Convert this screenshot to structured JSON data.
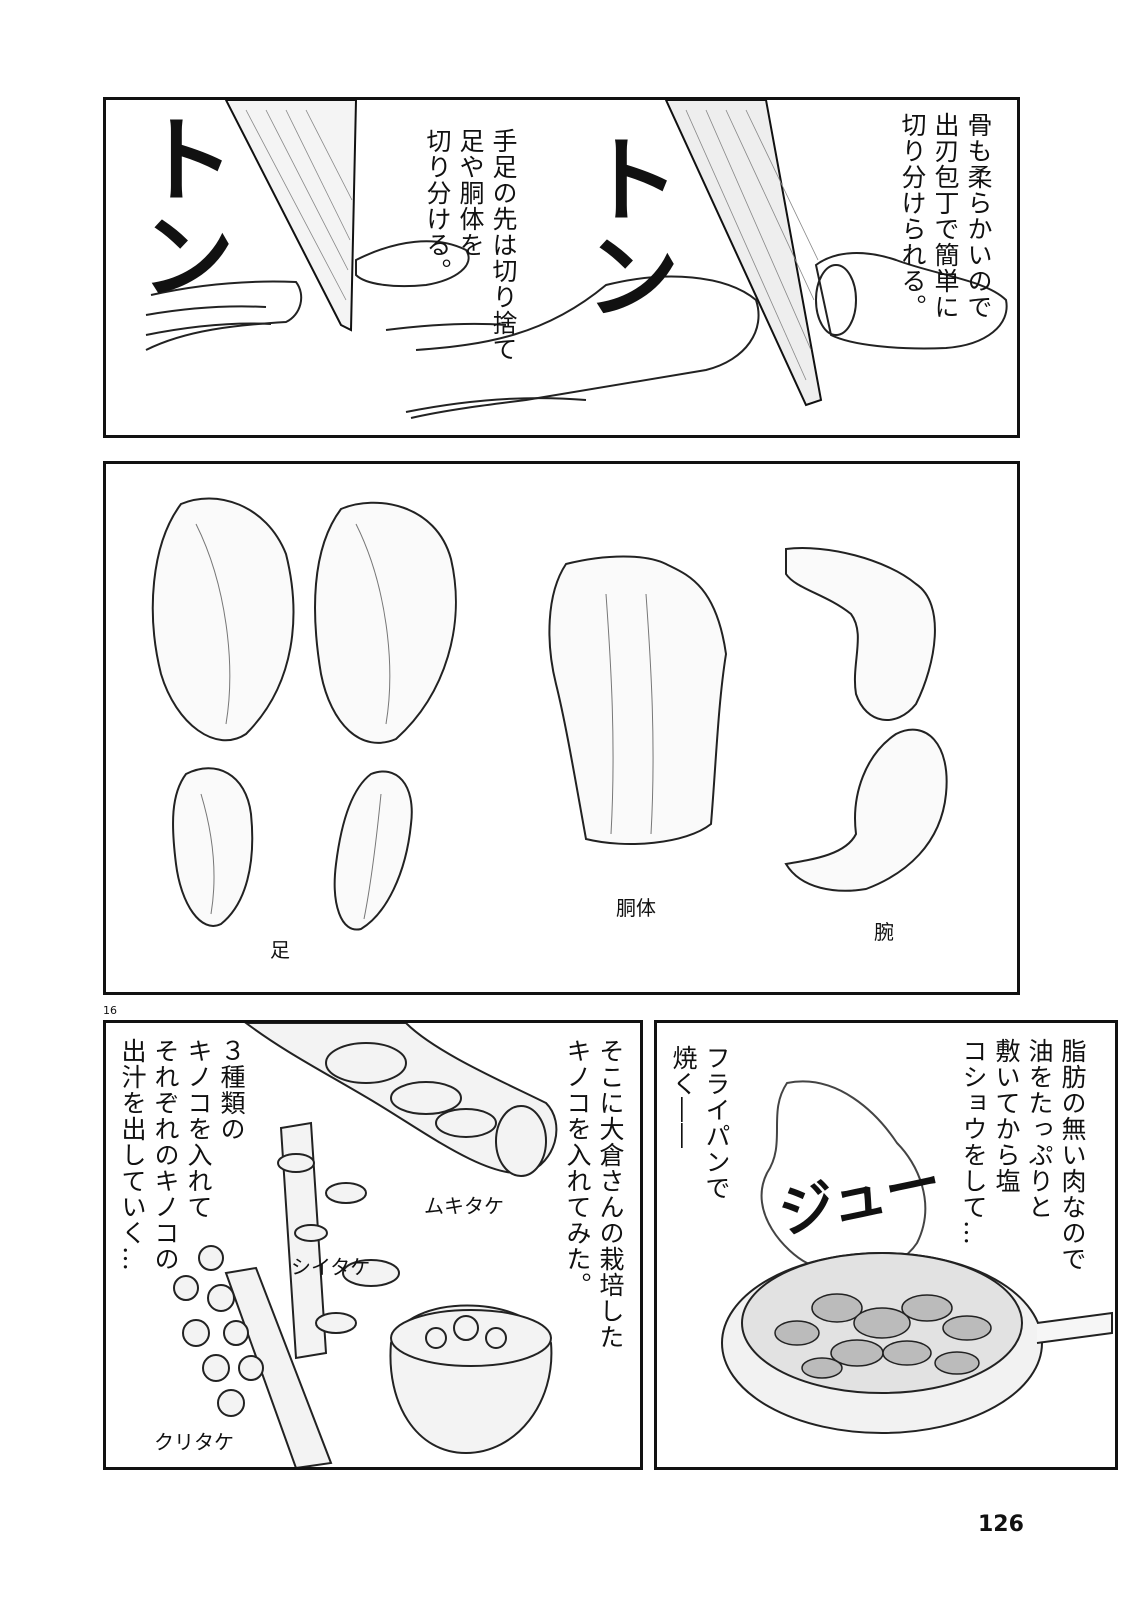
{
  "panel1": {
    "sfx_first": "トン",
    "sfx_second": "トン",
    "caption_right": "骨も柔らかいので\n出刃包丁で簡単に\n切り分けられる。",
    "caption_left": "手足の先は切り捨て\n足や胴体を\n切り分ける。"
  },
  "panel2": {
    "label_legs": "足",
    "label_torso": "胴体",
    "label_arms": "腕"
  },
  "side_page_number": "16",
  "panel3": {
    "caption_right": "そこに大倉さんの栽培した\nキノコを入れてみた。",
    "caption_left": "３種類の\nキノコを入れて\nそれぞれのキノコの\n出汁を出していく…",
    "label_mukitake": "ムキタケ",
    "label_shiitake": "シイタケ",
    "label_kuritake": "クリタケ"
  },
  "panel4": {
    "caption_right": "脂肪の無い肉なので\n油をたっぷりと\n敷いてから塩\nコショウをして…",
    "caption_left": "フライパンで\n焼く――",
    "sfx": "ジュー"
  },
  "page_number": "126"
}
